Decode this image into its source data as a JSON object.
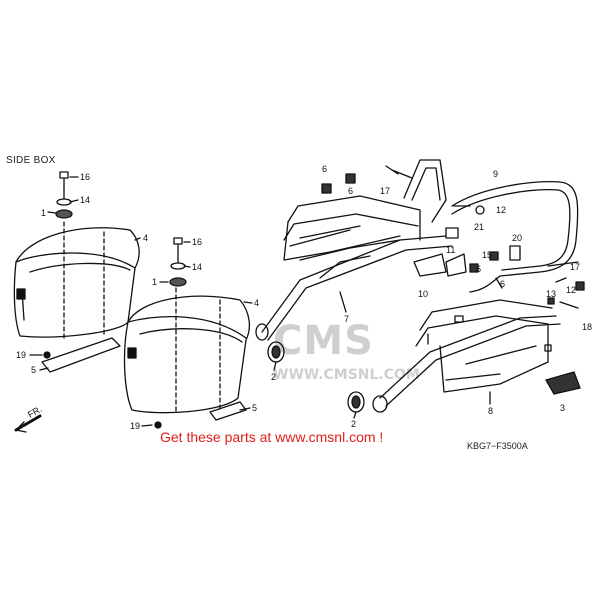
{
  "title": "SIDE BOX",
  "promo_text": "Get these parts at www.cmsnl.com !",
  "diagram_code": "KBG7−F3500A",
  "watermark": {
    "brand": "CMS",
    "url": "WWW.CMSNL.COM"
  },
  "colors": {
    "line": "#111111",
    "promo": "#e0201c",
    "watermark": "#cfcfcf"
  },
  "callouts": {
    "c16a": "16",
    "c14a": "14",
    "c1a": "1",
    "c4a": "4",
    "c19a": "19",
    "c5a": "5",
    "c16b": "16",
    "c14b": "14",
    "c1b": "1",
    "c4b": "4",
    "c19b": "19",
    "c5b": "5",
    "c2a": "2",
    "c2b": "2",
    "c7": "7",
    "c8": "8",
    "c6a": "6",
    "c6b": "6",
    "c17a": "17",
    "c9": "9",
    "c12a": "12",
    "c21": "21",
    "c11": "11",
    "c10": "10",
    "c20": "20",
    "c15": "15",
    "c6c": "6",
    "c12b": "12",
    "c17b": "17",
    "c13": "13",
    "c18": "18",
    "c3": "3"
  }
}
